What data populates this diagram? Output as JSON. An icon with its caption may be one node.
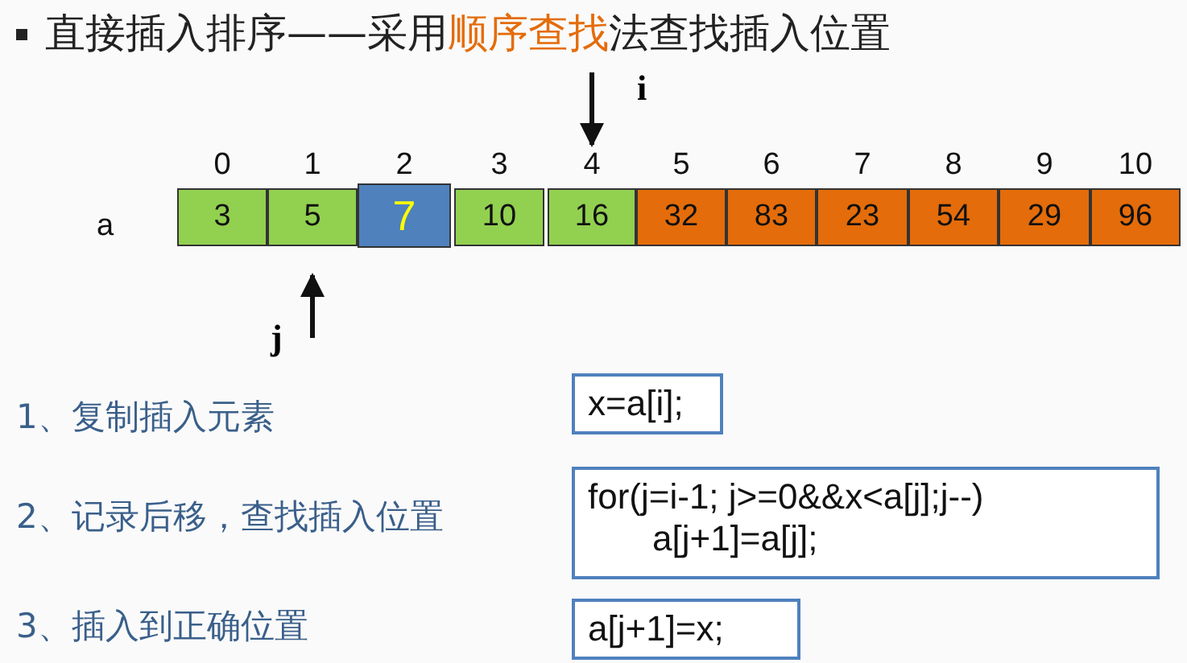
{
  "diagram": {
    "title": "直接插入排序——采用**顺序查找**法查找插入位置",
    "nodes": [
      {
        "text": [
          "3"
        ],
        "beside": [
          "0"
        ]
      },
      {
        "text": [
          "5"
        ],
        "beside": [
          "1"
        ]
      },
      {
        "text": [
          "7"
        ],
        "beside": [
          "2"
        ]
      },
      {
        "text": [
          "10"
        ],
        "beside": [
          "3"
        ]
      },
      {
        "text": [
          "16"
        ],
        "beside": [
          "4"
        ]
      },
      {
        "text": [
          "32"
        ],
        "beside": [
          "5"
        ]
      },
      {
        "text": [
          "83"
        ],
        "beside": [
          "6"
        ]
      },
      {
        "text": [
          "23"
        ],
        "beside": [
          "7"
        ]
      },
      {
        "text": [
          "54"
        ],
        "beside": [
          "8"
        ]
      },
      {
        "text": [
          "29"
        ],
        "beside": [
          "9"
        ]
      },
      {
        "text": [
          "96"
        ],
        "beside": [
          "10"
        ]
      },
      {
        "text": [
          "x=a[i];"
        ]
      },
      {
        "text": [
          "for(j=i-1; j>=0&&x<a[j];j--)",
          "a[j+1]=a[j];"
        ]
      },
      {
        "text": [
          "a[j+1]=x;"
        ]
      }
    ],
    "edges": [
      {
        "from": null,
        "to": 4,
        "arrow": "to",
        "label": "i"
      },
      {
        "from": null,
        "to": 1,
        "arrow": "to",
        "label": "j"
      }
    ],
    "labels": [
      "a",
      "1、复制插入元素",
      "2、记录后移，查找插入位置",
      "3、插入到正确位置"
    ]
  }
}
